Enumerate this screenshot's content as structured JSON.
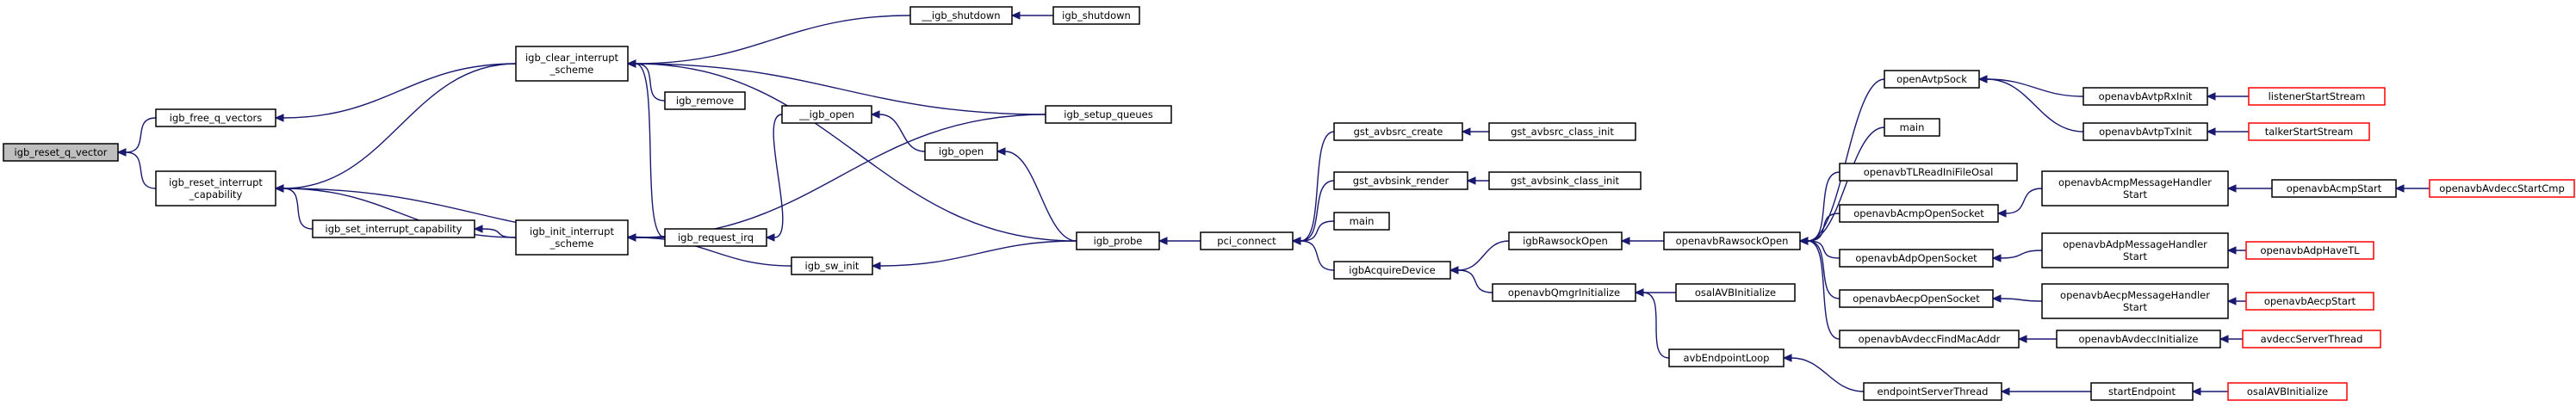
{
  "colors": {
    "edge": "#191970",
    "root_fill": "#bfbfbf",
    "node_fill": "#ffffff",
    "node_border": "#000000",
    "leaf_border": "#ff0000"
  },
  "nodes": [
    {
      "id": "n_root",
      "label": [
        "igb_reset_q_vector"
      ],
      "kind": "root"
    },
    {
      "id": "n_free",
      "label": [
        "igb_free_q_vectors"
      ],
      "kind": "normal"
    },
    {
      "id": "n_resetcap",
      "label": [
        "igb_reset_interrupt",
        "_capability"
      ],
      "kind": "normal"
    },
    {
      "id": "n_clear",
      "label": [
        "igb_clear_interrupt",
        "_scheme"
      ],
      "kind": "normal"
    },
    {
      "id": "n_setcap",
      "label": [
        "igb_set_interrupt_capability"
      ],
      "kind": "normal"
    },
    {
      "id": "n_init",
      "label": [
        "igb_init_interrupt",
        "_scheme"
      ],
      "kind": "normal"
    },
    {
      "id": "n_igbshut",
      "label": [
        "__igb_shutdown"
      ],
      "kind": "normal"
    },
    {
      "id": "n_shut",
      "label": [
        "igb_shutdown"
      ],
      "kind": "normal"
    },
    {
      "id": "n_remove",
      "label": [
        "igb_remove"
      ],
      "kind": "normal"
    },
    {
      "id": "n_reqirq",
      "label": [
        "igb_request_irq"
      ],
      "kind": "normal"
    },
    {
      "id": "n_igbopen",
      "label": [
        "__igb_open"
      ],
      "kind": "normal"
    },
    {
      "id": "n_open",
      "label": [
        "igb_open"
      ],
      "kind": "normal"
    },
    {
      "id": "n_setupq",
      "label": [
        "igb_setup_queues"
      ],
      "kind": "normal"
    },
    {
      "id": "n_probe",
      "label": [
        "igb_probe"
      ],
      "kind": "normal"
    },
    {
      "id": "n_swinit",
      "label": [
        "igb_sw_init"
      ],
      "kind": "normal"
    },
    {
      "id": "n_pci",
      "label": [
        "pci_connect"
      ],
      "kind": "normal"
    },
    {
      "id": "n_gsrc",
      "label": [
        "gst_avbsrc_create"
      ],
      "kind": "normal"
    },
    {
      "id": "n_gsrcinit",
      "label": [
        "gst_avbsrc_class_init"
      ],
      "kind": "normal"
    },
    {
      "id": "n_gsink",
      "label": [
        "gst_avbsink_render"
      ],
      "kind": "normal"
    },
    {
      "id": "n_gsinkinit",
      "label": [
        "gst_avbsink_class_init"
      ],
      "kind": "normal"
    },
    {
      "id": "n_main1",
      "label": [
        "main"
      ],
      "kind": "normal"
    },
    {
      "id": "n_acq",
      "label": [
        "igbAcquireDevice"
      ],
      "kind": "normal"
    },
    {
      "id": "n_igbraw",
      "label": [
        "igbRawsockOpen"
      ],
      "kind": "normal"
    },
    {
      "id": "n_qmgr",
      "label": [
        "openavbQmgrInitialize"
      ],
      "kind": "normal"
    },
    {
      "id": "n_osalavb",
      "label": [
        "osalAVBInitialize"
      ],
      "kind": "normal"
    },
    {
      "id": "n_eploop",
      "label": [
        "avbEndpointLoop"
      ],
      "kind": "normal"
    },
    {
      "id": "n_epthread",
      "label": [
        "endpointServerThread"
      ],
      "kind": "normal"
    },
    {
      "id": "n_startep",
      "label": [
        "startEndpoint"
      ],
      "kind": "normal"
    },
    {
      "id": "n_osalavb2",
      "label": [
        "osalAVBInitialize"
      ],
      "kind": "leaf"
    },
    {
      "id": "n_rawopen",
      "label": [
        "openavbRawsockOpen"
      ],
      "kind": "normal"
    },
    {
      "id": "n_avtpsock",
      "label": [
        "openAvtpSock"
      ],
      "kind": "normal"
    },
    {
      "id": "n_main2",
      "label": [
        "main"
      ],
      "kind": "normal"
    },
    {
      "id": "n_tlread",
      "label": [
        "openavbTLReadIniFileOsal"
      ],
      "kind": "normal"
    },
    {
      "id": "n_acmpsock",
      "label": [
        "openavbAcmpOpenSocket"
      ],
      "kind": "normal"
    },
    {
      "id": "n_adpsock",
      "label": [
        "openavbAdpOpenSocket"
      ],
      "kind": "normal"
    },
    {
      "id": "n_aecpsock",
      "label": [
        "openavbAecpOpenSocket"
      ],
      "kind": "normal"
    },
    {
      "id": "n_findmac",
      "label": [
        "openavbAvdeccFindMacAddr"
      ],
      "kind": "normal"
    },
    {
      "id": "n_rxinit",
      "label": [
        "openavbAvtpRxInit"
      ],
      "kind": "normal"
    },
    {
      "id": "n_txinit",
      "label": [
        "openavbAvtpTxInit"
      ],
      "kind": "normal"
    },
    {
      "id": "n_acmph",
      "label": [
        "openavbAcmpMessageHandler",
        "Start"
      ],
      "kind": "normal"
    },
    {
      "id": "n_adph",
      "label": [
        "openavbAdpMessageHandler",
        "Start"
      ],
      "kind": "normal"
    },
    {
      "id": "n_aecph",
      "label": [
        "openavbAecpMessageHandler",
        "Start"
      ],
      "kind": "normal"
    },
    {
      "id": "n_avdinit",
      "label": [
        "openavbAvdeccInitialize"
      ],
      "kind": "normal"
    },
    {
      "id": "n_listener",
      "label": [
        "listenerStartStream"
      ],
      "kind": "leaf"
    },
    {
      "id": "n_talker",
      "label": [
        "talkerStartStream"
      ],
      "kind": "leaf"
    },
    {
      "id": "n_acmpstart",
      "label": [
        "openavbAcmpStart"
      ],
      "kind": "normal"
    },
    {
      "id": "n_avdstartcmp",
      "label": [
        "openavbAvdeccStartCmp"
      ],
      "kind": "leaf"
    },
    {
      "id": "n_adphave",
      "label": [
        "openavbAdpHaveTL"
      ],
      "kind": "leaf"
    },
    {
      "id": "n_aecpstart",
      "label": [
        "openavbAecpStart"
      ],
      "kind": "leaf"
    },
    {
      "id": "n_avdthread",
      "label": [
        "avdeccServerThread"
      ],
      "kind": "leaf"
    }
  ],
  "edges": [
    {
      "from": "n_free",
      "to": "n_root"
    },
    {
      "from": "n_resetcap",
      "to": "n_root"
    },
    {
      "from": "n_clear",
      "to": "n_free"
    },
    {
      "from": "n_clear",
      "to": "n_resetcap"
    },
    {
      "from": "n_setcap",
      "to": "n_resetcap"
    },
    {
      "from": "n_init",
      "to": "n_resetcap"
    },
    {
      "from": "n_init",
      "to": "n_setcap"
    },
    {
      "from": "n_reqirq",
      "to": "n_resetcap"
    },
    {
      "from": "n_igbshut",
      "to": "n_clear"
    },
    {
      "from": "n_setupq",
      "to": "n_clear"
    },
    {
      "from": "n_remove",
      "to": "n_clear"
    },
    {
      "from": "n_reqirq",
      "to": "n_clear"
    },
    {
      "from": "n_probe",
      "to": "n_clear"
    },
    {
      "from": "n_reqirq",
      "to": "n_init"
    },
    {
      "from": "n_setupq",
      "to": "n_init"
    },
    {
      "from": "n_swinit",
      "to": "n_init"
    },
    {
      "from": "n_shut",
      "to": "n_igbshut"
    },
    {
      "from": "n_igbopen",
      "to": "n_reqirq"
    },
    {
      "from": "n_open",
      "to": "n_igbopen"
    },
    {
      "from": "n_probe",
      "to": "n_open"
    },
    {
      "from": "n_probe",
      "to": "n_swinit"
    },
    {
      "from": "n_pci",
      "to": "n_probe"
    },
    {
      "from": "n_gsrc",
      "to": "n_pci"
    },
    {
      "from": "n_gsink",
      "to": "n_pci"
    },
    {
      "from": "n_main1",
      "to": "n_pci"
    },
    {
      "from": "n_acq",
      "to": "n_pci"
    },
    {
      "from": "n_gsrcinit",
      "to": "n_gsrc"
    },
    {
      "from": "n_gsinkinit",
      "to": "n_gsink"
    },
    {
      "from": "n_igbraw",
      "to": "n_acq"
    },
    {
      "from": "n_qmgr",
      "to": "n_acq"
    },
    {
      "from": "n_rawopen",
      "to": "n_igbraw"
    },
    {
      "from": "n_osalavb",
      "to": "n_qmgr"
    },
    {
      "from": "n_eploop",
      "to": "n_qmgr"
    },
    {
      "from": "n_epthread",
      "to": "n_eploop"
    },
    {
      "from": "n_startep",
      "to": "n_epthread"
    },
    {
      "from": "n_osalavb2",
      "to": "n_startep"
    },
    {
      "from": "n_avtpsock",
      "to": "n_rawopen"
    },
    {
      "from": "n_main2",
      "to": "n_rawopen"
    },
    {
      "from": "n_tlread",
      "to": "n_rawopen"
    },
    {
      "from": "n_acmpsock",
      "to": "n_rawopen"
    },
    {
      "from": "n_adpsock",
      "to": "n_rawopen"
    },
    {
      "from": "n_aecpsock",
      "to": "n_rawopen"
    },
    {
      "from": "n_findmac",
      "to": "n_rawopen"
    },
    {
      "from": "n_rxinit",
      "to": "n_avtpsock"
    },
    {
      "from": "n_txinit",
      "to": "n_avtpsock"
    },
    {
      "from": "n_listener",
      "to": "n_rxinit"
    },
    {
      "from": "n_talker",
      "to": "n_txinit"
    },
    {
      "from": "n_acmph",
      "to": "n_acmpsock"
    },
    {
      "from": "n_adph",
      "to": "n_adpsock"
    },
    {
      "from": "n_aecph",
      "to": "n_aecpsock"
    },
    {
      "from": "n_avdinit",
      "to": "n_findmac"
    },
    {
      "from": "n_acmpstart",
      "to": "n_acmph"
    },
    {
      "from": "n_adphave",
      "to": "n_adph"
    },
    {
      "from": "n_aecpstart",
      "to": "n_aecph"
    },
    {
      "from": "n_avdthread",
      "to": "n_avdinit"
    },
    {
      "from": "n_avdstartcmp",
      "to": "n_acmpstart"
    }
  ]
}
